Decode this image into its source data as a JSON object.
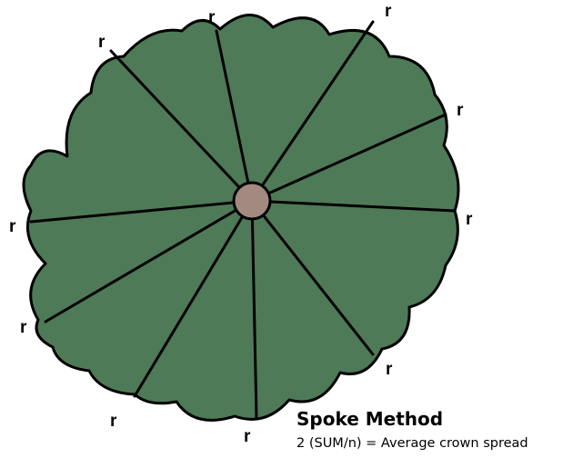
{
  "diagram": {
    "title": "Spoke Method",
    "formula": "2 (SUM/n) = Average crown spread",
    "radius_label": "r",
    "colors": {
      "crown_fill": "#4e7a57",
      "crown_outline": "#000000",
      "trunk_fill": "#a28a80",
      "spoke": "#000000"
    },
    "spoke_count": 10
  }
}
